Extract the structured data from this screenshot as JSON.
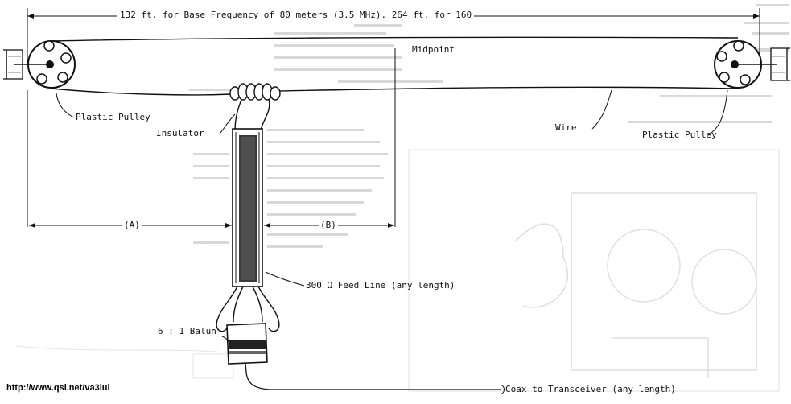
{
  "diagram": {
    "span_label": "132 ft. for Base Frequency of 80 meters (3.5 MHz). 264 ft. for 160",
    "midpoint_label": "Midpoint",
    "left_pulley_label": "Plastic Pulley",
    "right_pulley_label": "Plastic Pulley",
    "insulator_label": "Insulator",
    "wire_label": "Wire",
    "dim_a_label": "(A)",
    "dim_b_label": "(B)",
    "feedline_label": "300 Ω Feed Line (any length)",
    "balun_label": "6 : 1 Balun",
    "coax_label": "Coax to Transceiver (any length)"
  },
  "watermark": {
    "url": "http://www.qsl.net/va3iul"
  },
  "colors": {
    "ink": "#111111",
    "background": "#ffffff",
    "faded_print": "#b9b9b9"
  }
}
